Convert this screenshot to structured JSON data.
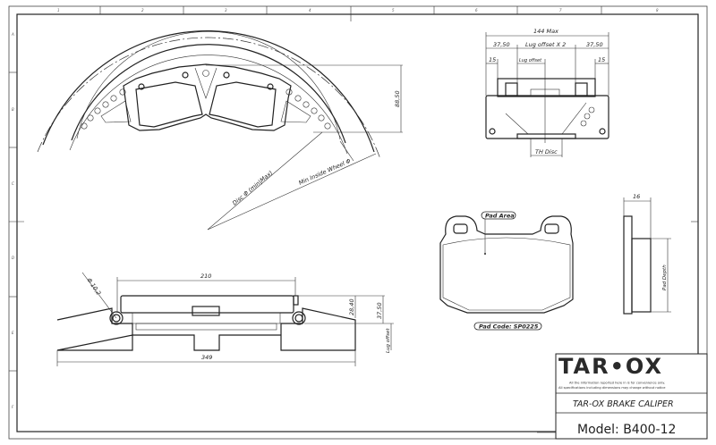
{
  "sheet": {
    "column_zones": [
      "1",
      "2",
      "3",
      "4",
      "5",
      "6",
      "7",
      "8"
    ],
    "row_zones": [
      "A",
      "B",
      "C",
      "D",
      "E",
      "F"
    ]
  },
  "disc_view": {
    "height_dim": "88,50",
    "disc_dia_label": "Disc Φ (min|Max)",
    "wheel_dia_label": "Min Inside Wheel Φ"
  },
  "front_view": {
    "hole_dia": "Φ 10,2",
    "mount_span": "210",
    "overall_width": "349",
    "dim_a": "28,40",
    "dim_b": "37,50",
    "lug_offset": "Lug offset"
  },
  "side_view": {
    "max_width": "144 Max",
    "left_offset": "37,50",
    "lug_offset_x2": "Lug offset X 2",
    "right_offset": "37,50",
    "left_15": "15",
    "right_15": "15",
    "lug_offset": "Lug offset",
    "th_disc": "TH Disc"
  },
  "pad": {
    "area_label": "Pad Area",
    "code_label": "Pad Code: SP0225",
    "thickness": "16",
    "depth_label": "Pad Depth"
  },
  "title_block": {
    "logo": "TAR•OX",
    "disclaimer_1": "All the information reported here in is for convenience only.",
    "disclaimer_2": "All specifications including dimensions may change without notice",
    "product": "TAR-OX BRAKE CALIPER",
    "model": "Model: B400-12"
  }
}
